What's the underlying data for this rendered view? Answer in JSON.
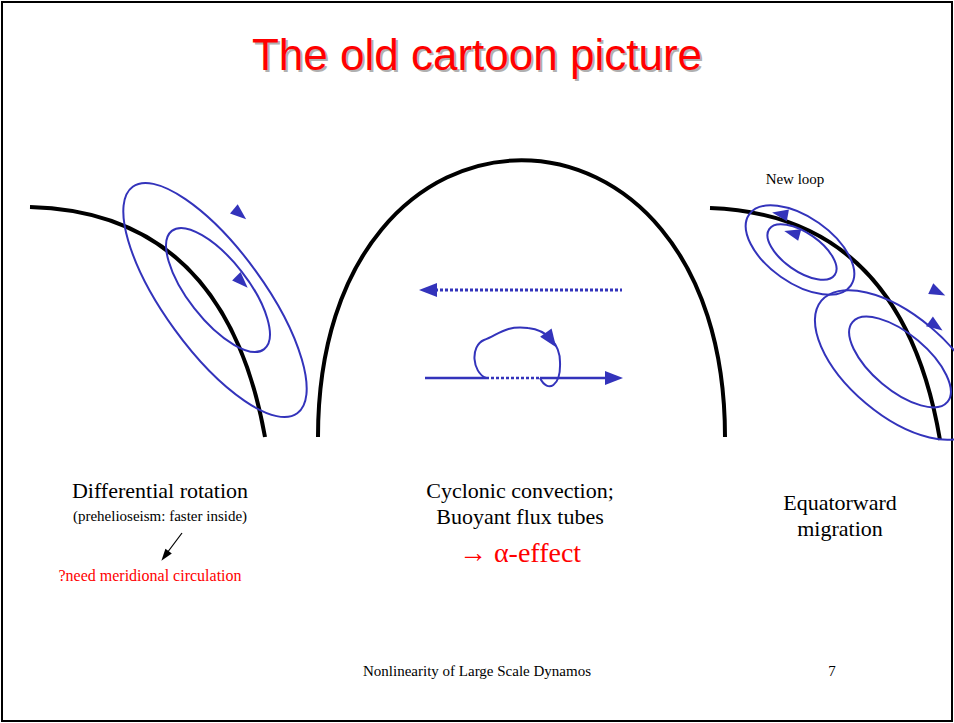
{
  "diagram": {
    "title": "The old cartoon picture",
    "labels": [
      "New loop",
      "Differential rotation",
      "(prehelioseism: faster inside)",
      "?need meridional circulation",
      "Cyclonic convection; Buoyant flux tubes",
      "→ α-effect",
      "Equatorward migration",
      "Nonlinearity of Large Scale Dynamos",
      "7"
    ]
  }
}
